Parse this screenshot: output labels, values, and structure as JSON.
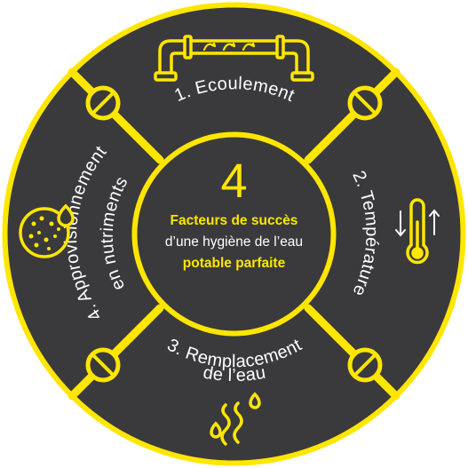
{
  "colors": {
    "background": "#3a3a3c",
    "accent": "#ffe600",
    "text": "#ffffff"
  },
  "center": {
    "number": "4",
    "line1": "Facteurs de succès",
    "line2": "d’une hygiène de l’eau",
    "line3": "potable parfaite"
  },
  "segments": [
    {
      "label": "1. Ecoulement",
      "icon": "pipe-flow-icon"
    },
    {
      "label": "2. Température",
      "icon": "thermometer-icon"
    },
    {
      "label_line1": "3. Remplacement",
      "label_line2": "de l’eau",
      "icon": "steam-drops-icon"
    },
    {
      "label_line1": "4. Approvisionnement",
      "label_line2": "en nutriments",
      "icon": "nutrient-cell-icon"
    }
  ]
}
